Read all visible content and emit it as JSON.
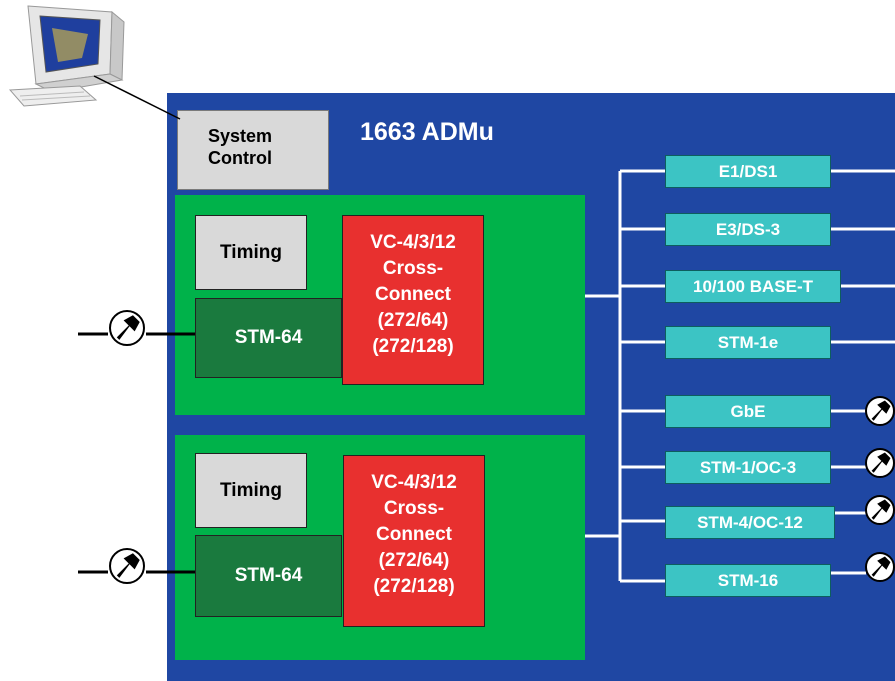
{
  "title": "1663 ADMu",
  "system_control": {
    "line1": "System",
    "line2": "Control"
  },
  "cards": [
    {
      "timing": "Timing",
      "stm": "STM-64",
      "cross_connect": [
        "VC-4/3/12",
        "Cross-",
        "Connect",
        "(272/64)",
        "(272/128)"
      ]
    },
    {
      "timing": "Timing",
      "stm": "STM-64",
      "cross_connect": [
        "VC-4/3/12",
        "Cross-",
        "Connect",
        "(272/64)",
        "(272/128)"
      ]
    }
  ],
  "tributaries": [
    {
      "label": "E1/DS1",
      "termination": "line"
    },
    {
      "label": "E3/DS-3",
      "termination": "line"
    },
    {
      "label": "10/100 BASE-T",
      "termination": "line"
    },
    {
      "label": "STM-1e",
      "termination": "line"
    },
    {
      "label": "GbE",
      "termination": "optical-connector"
    },
    {
      "label": "STM-1/OC-3",
      "termination": "optical-connector"
    },
    {
      "label": "STM-4/OC-12",
      "termination": "optical-connector"
    },
    {
      "label": "STM-16",
      "termination": "optical-connector"
    }
  ],
  "icons": [
    "computer-terminal-icon",
    "optical-connector-icon"
  ],
  "colors": {
    "chassis": "#1f47a3",
    "card": "#00b24a",
    "cross_connect": "#e8302f",
    "stm64": "#1a7a3e",
    "tributary": "#3cc4c4",
    "control": "#d9d9d9"
  }
}
